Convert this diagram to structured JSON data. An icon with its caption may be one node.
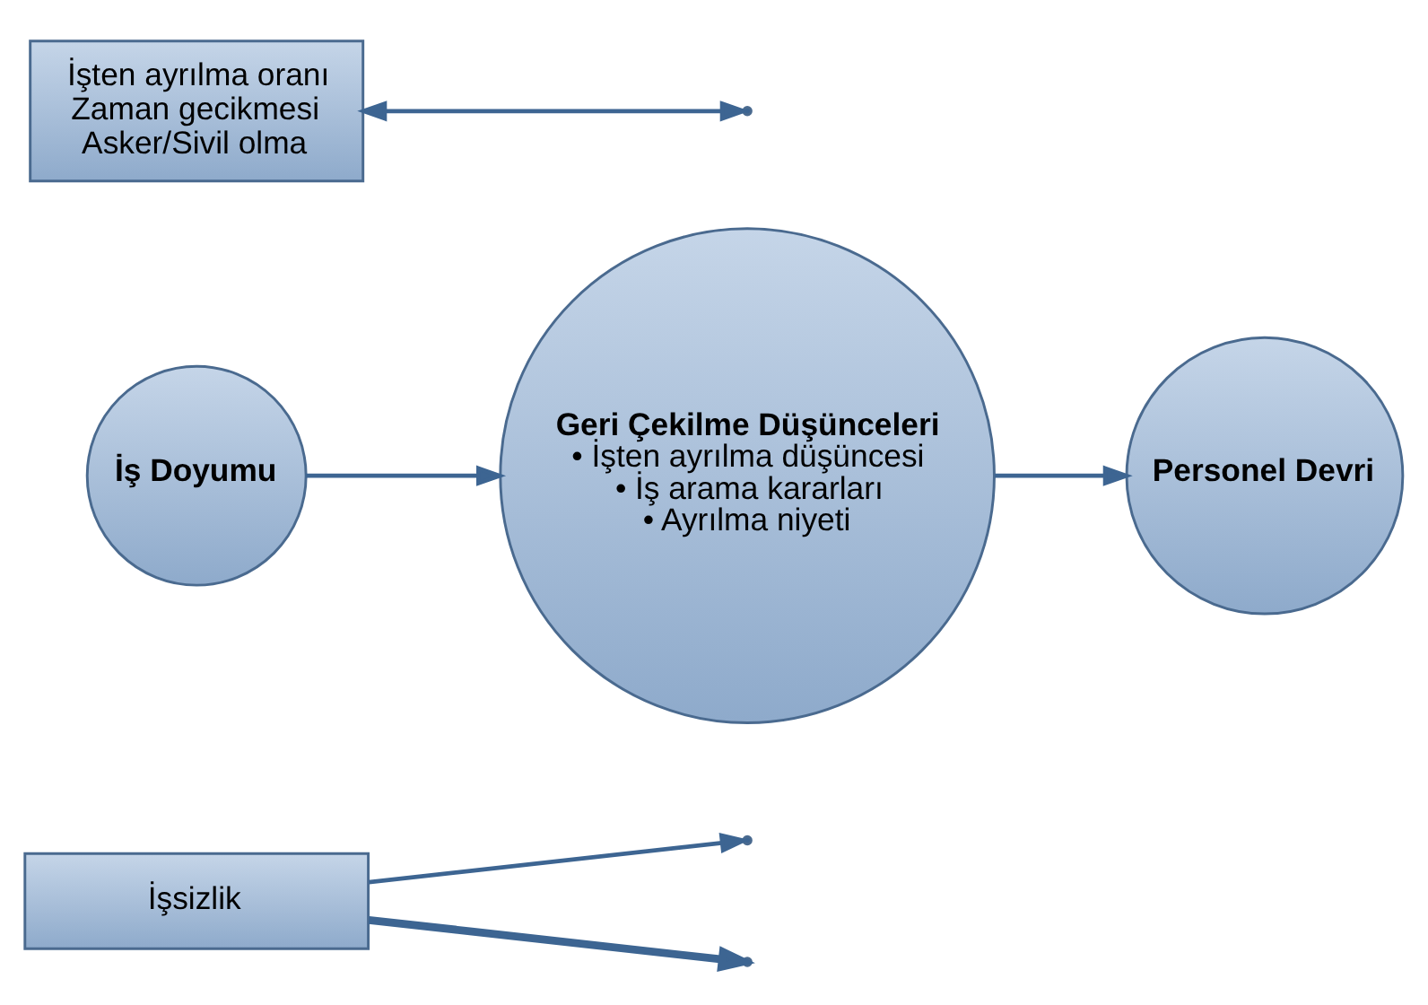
{
  "diagram": {
    "nodes": [
      {
        "text": [
          "İşsizlik"
        ]
      },
      {
        "text": [
          "İş Doyumu"
        ]
      },
      {
        "text": [
          "Geri Çekilme Düşünceleri",
          "• İşten ayrılma düşüncesi",
          "• İş arama kararları",
          "• Ayrılma niyeti"
        ]
      },
      {
        "text": [
          "Personel Devri"
        ]
      },
      {
        "text": [
          "İşten ayrılma oranı",
          "Zaman gecikmesi",
          "Asker/Sivil olma"
        ]
      }
    ],
    "edges": [
      {
        "from": 1,
        "to": 2,
        "arrow": "to"
      },
      {
        "from": 0,
        "to": null,
        "arrow": "to"
      },
      {
        "from": 2,
        "to": 3,
        "arrow": "to"
      },
      {
        "from": 0,
        "to": null,
        "arrow": "to",
        "style": "thick"
      },
      {
        "from": 4,
        "to": null,
        "arrow": "both"
      }
    ]
  }
}
